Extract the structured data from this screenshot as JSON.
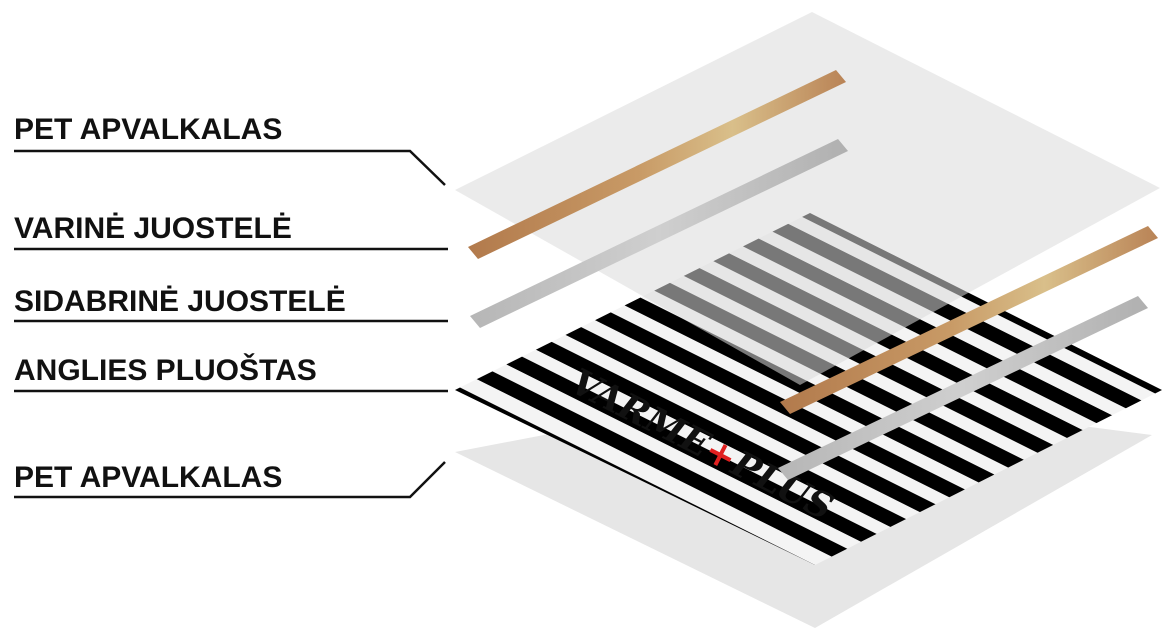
{
  "labels": [
    {
      "id": "pet-top",
      "text": "PET APVALKALAS"
    },
    {
      "id": "copper",
      "text": "VARINĖ JUOSTELĖ"
    },
    {
      "id": "silver",
      "text": "SIDABRINĖ JUOSTELĖ"
    },
    {
      "id": "carbon",
      "text": "ANGLIES PLUOŠTAS"
    },
    {
      "id": "pet-bottom",
      "text": "PET APVALKALAS"
    }
  ],
  "brand": {
    "left": "VARME",
    "cross": "+",
    "right": "PLUS"
  },
  "colors": {
    "pet_film": "#e8e8e8",
    "pet_film_bottom": "#e6e6e6",
    "carbon_stripe": "#000000",
    "carbon_sheet": "#f4f4f4",
    "copper": "#c9a06a",
    "silver": "#bdbdbd",
    "brand_cross": "#e02020",
    "text": "#111111"
  }
}
